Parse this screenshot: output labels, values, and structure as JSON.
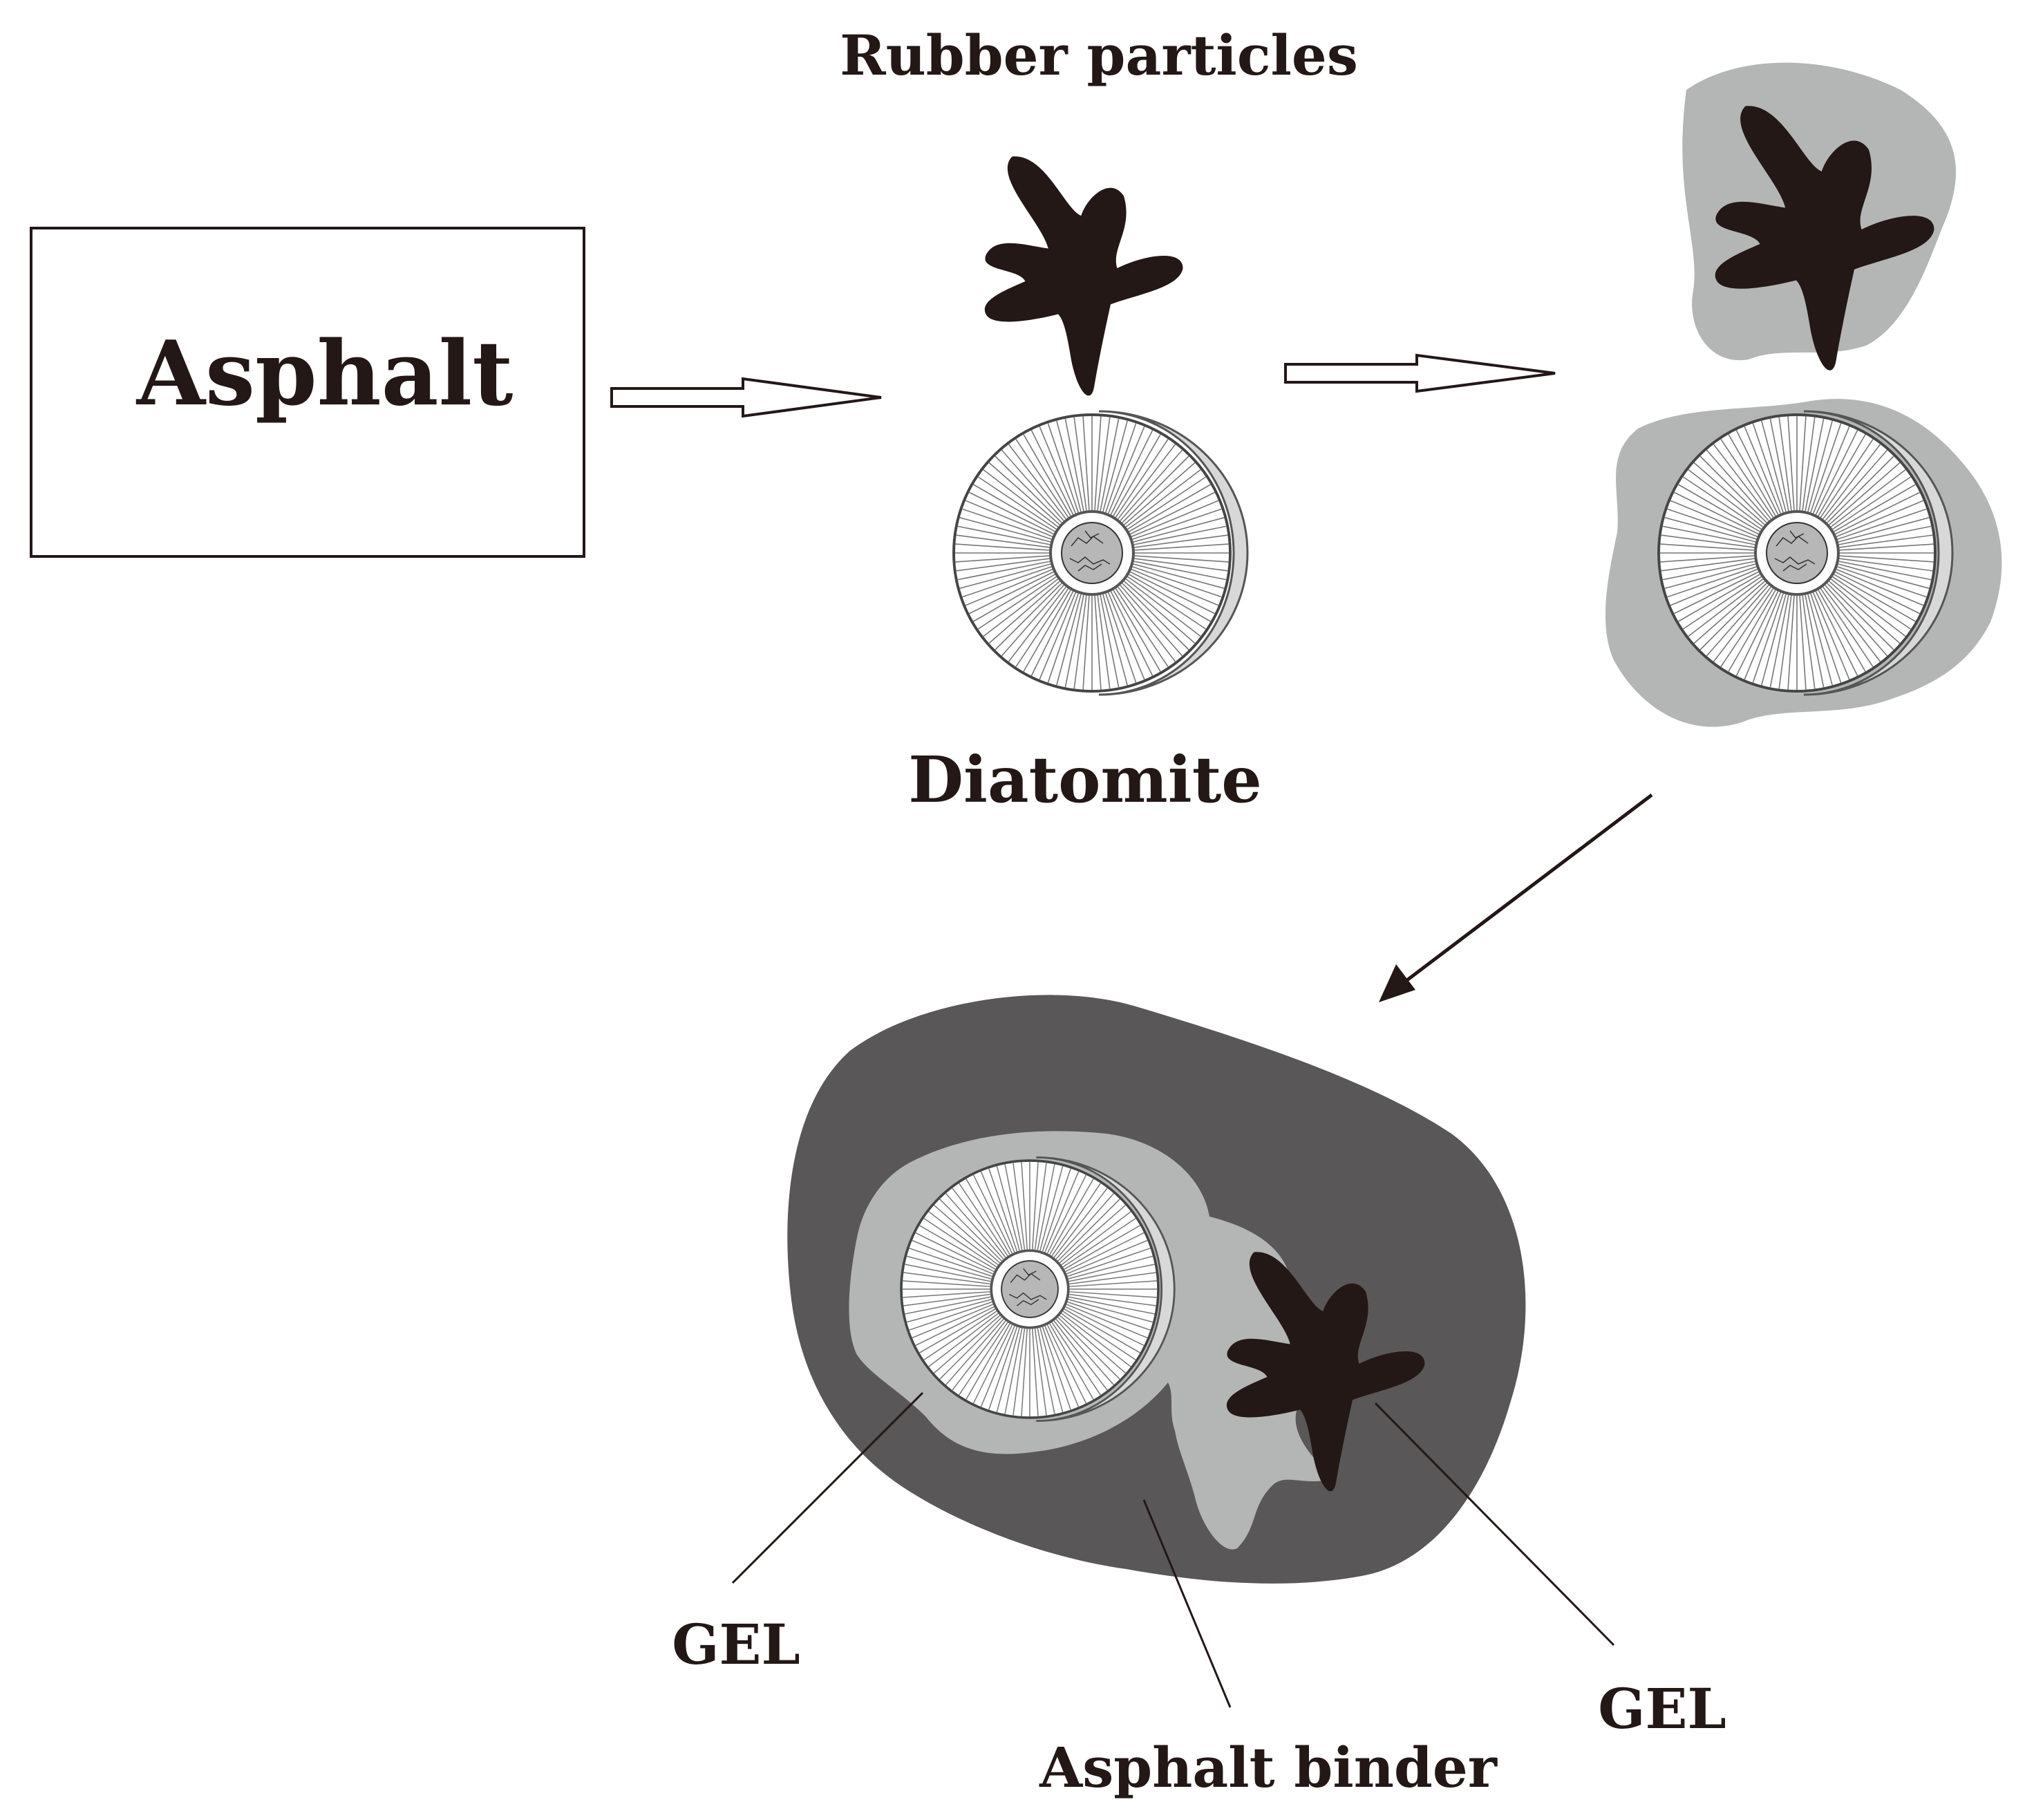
{
  "labels": {
    "asphalt_box": "Asphalt",
    "rubber_particles": "Rubber particles",
    "diatomite": "Diatomite",
    "gel_left": "GEL",
    "gel_right": "GEL",
    "asphalt_binder": "Asphalt binder"
  },
  "colors": {
    "background": "#ffffff",
    "rubber": "#231816",
    "gel": "#b4b6b6",
    "asphalt_binder": "#595757",
    "line": "#231816"
  }
}
